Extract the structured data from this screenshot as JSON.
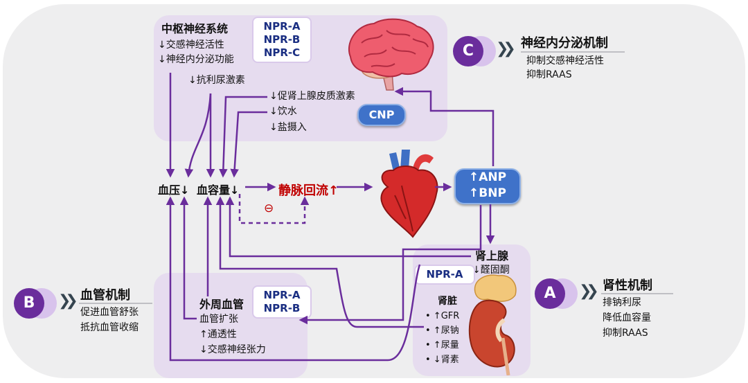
{
  "cns": {
    "title": "中枢神经系统",
    "effects": [
      "↓交感神经活性",
      "↓神经内分泌功能"
    ],
    "adh": "↓抗利尿激素",
    "adrenal": [
      "↓促肾上腺皮质激素",
      "↓饮水",
      "↓盐摄入"
    ],
    "npr": [
      "NPR-A",
      "NPR-B",
      "NPR-C"
    ],
    "cnp": "CNP"
  },
  "center": {
    "bp": "血压↓",
    "volume": "血容量↓",
    "venous": "静脉回流↑",
    "minus": "⊖",
    "anp": "↑ANP",
    "bnp": "↑BNP"
  },
  "vessel": {
    "title": "外周血管",
    "npr": [
      "NPR-A",
      "NPR-B"
    ],
    "effects": [
      "血管扩张",
      "↑通透性",
      "↓交感神经张力"
    ]
  },
  "kidney": {
    "adrenal_title": "肾上腺",
    "adrenal_effect": "↓醛固酮",
    "npr": "NPR-A",
    "title": "肾脏",
    "effects": [
      "• ↑GFR",
      "• ↑尿钠",
      "• ↑尿量",
      "• ↓肾素"
    ]
  },
  "mechanisms": {
    "A": {
      "letter": "A",
      "title": "肾性机制",
      "items": [
        "排钠利尿",
        "降低血容量",
        "抑制RAAS"
      ]
    },
    "B": {
      "letter": "B",
      "title": "血管机制",
      "items": [
        "促进血管舒张",
        "抵抗血管收缩"
      ]
    },
    "C": {
      "letter": "C",
      "title": "神经内分泌机制",
      "items": [
        "抑制交感神经活性",
        "抑制RAAS"
      ]
    }
  },
  "colors": {
    "arrow": "#6a2d9c",
    "panel": "#e6dcef",
    "accent_red": "#c00000",
    "pill_blue": "#3f72c9",
    "npr_text": "#1a2e82"
  },
  "icons": [
    "brain-icon",
    "heart-icon",
    "kidney-icon",
    "chevron-right-icon"
  ]
}
